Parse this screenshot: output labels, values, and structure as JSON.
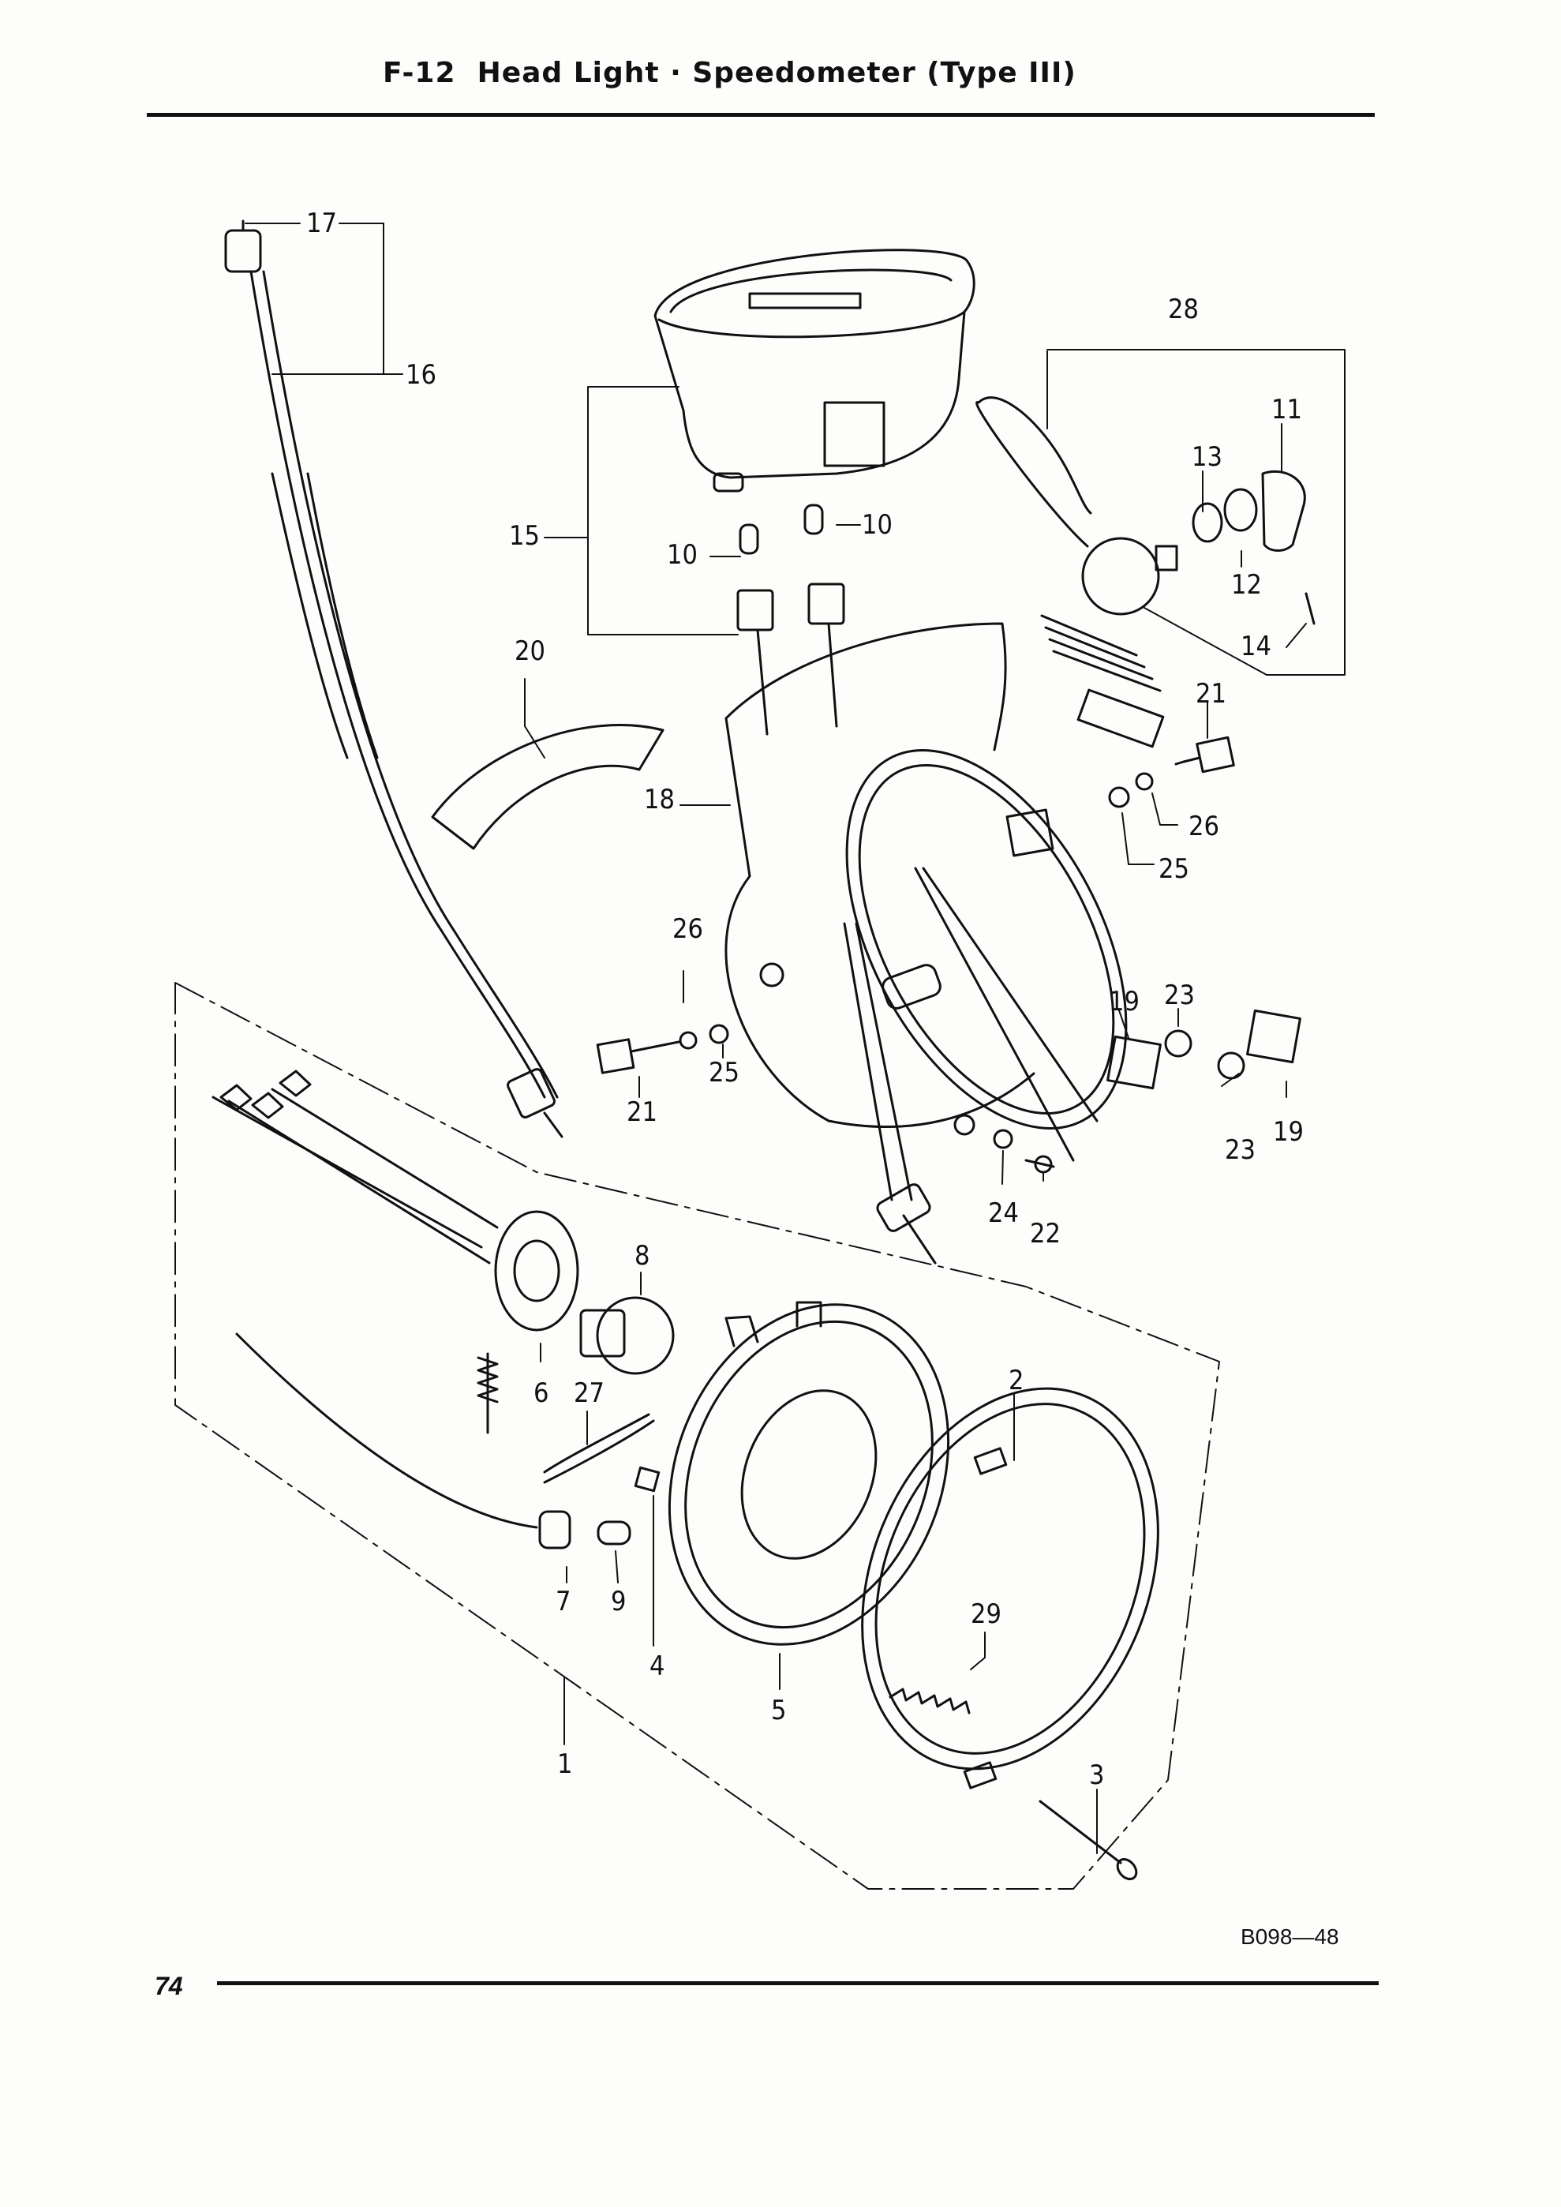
{
  "header": {
    "title": "F-12  Head Light · Speedometer (Type III)"
  },
  "callouts": {
    "1": "1",
    "2": "2",
    "3": "3",
    "4": "4",
    "5": "5",
    "6": "6",
    "7": "7",
    "8": "8",
    "9": "9",
    "10": "10",
    "11": "11",
    "12": "12",
    "13": "13",
    "14": "14",
    "15": "15",
    "16": "16",
    "17": "17",
    "18": "18",
    "19": "19",
    "20": "20",
    "21": "21",
    "22": "22",
    "23": "23",
    "24": "24",
    "25": "25",
    "26": "26",
    "27": "27",
    "28": "28",
    "29": "29"
  },
  "footer": {
    "drawing_code": "B098—48",
    "page_number": "74"
  }
}
